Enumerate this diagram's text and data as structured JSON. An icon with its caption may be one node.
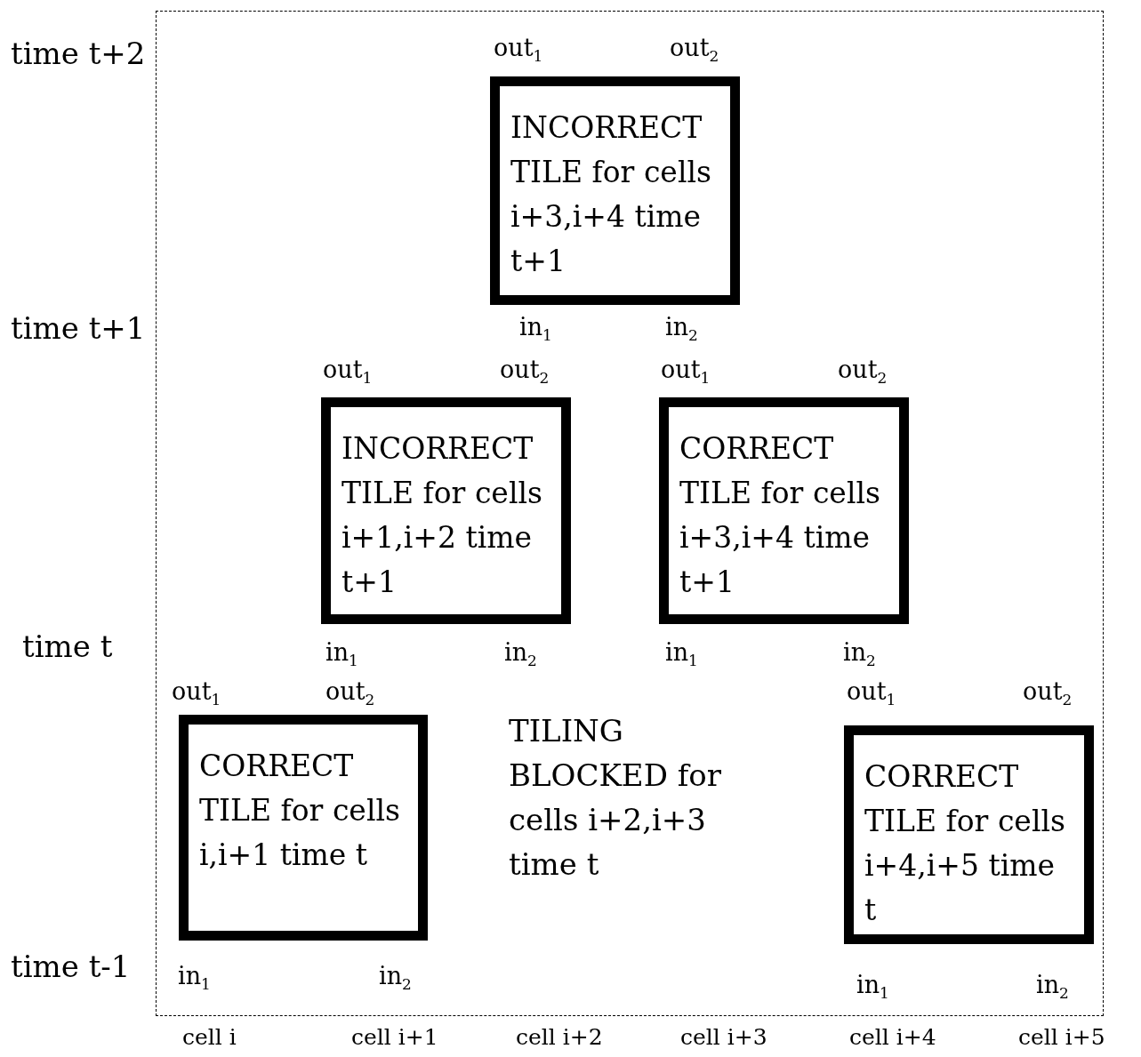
{
  "diagram": {
    "nodes": [
      {
        "text": [
          "INCORRECT TILE for cells i+3,i+4 time t+1"
        ],
        "beside": [
          "out$_{1}$",
          "out$_{2}$",
          "in$_{1}$",
          "in$_{2}$"
        ]
      },
      {
        "text": [
          "INCORRECT TILE for cells i+1,i+2 time t+1"
        ],
        "beside": [
          "out$_{1}$",
          "out$_{2}$",
          "in$_{1}$",
          "in$_{2}$"
        ]
      },
      {
        "text": [
          "CORRECT TILE for cells i+3,i+4 time t+1"
        ],
        "beside": [
          "out$_{1}$",
          "out$_{2}$",
          "in$_{1}$",
          "in$_{2}$"
        ]
      },
      {
        "text": [
          "CORRECT TILE for cells i,i+1 time t"
        ],
        "beside": [
          "out$_{1}$",
          "out$_{2}$",
          "in$_{1}$",
          "in$_{2}$"
        ]
      },
      {
        "text": [
          "CORRECT TILE for cells i+4,i+5 time t"
        ],
        "beside": [
          "out$_{1}$",
          "out$_{2}$",
          "in$_{1}$",
          "in$_{2}$"
        ]
      }
    ],
    "edges": [],
    "labels": [
      "time t+2",
      "time t+1",
      "time t",
      "TILING BLOCKED for cells i+2,i+3 time t",
      "time t-1",
      "cell i",
      "cell i+1",
      "cell i+2",
      "cell i+3",
      "cell i+4",
      "cell i+5"
    ]
  }
}
